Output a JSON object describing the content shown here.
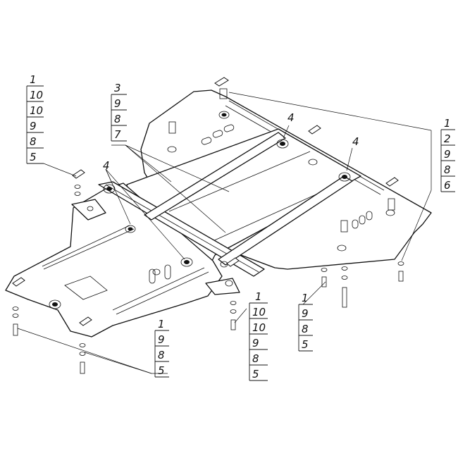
{
  "callouts": [
    {
      "id": "c1",
      "numbers": [
        "1",
        "10",
        "10",
        "9",
        "8",
        "5"
      ]
    },
    {
      "id": "c2",
      "numbers": [
        "3",
        "9",
        "8",
        "7"
      ]
    },
    {
      "id": "c3",
      "numbers": [
        "1",
        "2",
        "9",
        "8",
        "6"
      ]
    },
    {
      "id": "c4",
      "numbers": [
        "1",
        "10",
        "10",
        "9",
        "8",
        "5"
      ]
    },
    {
      "id": "c5",
      "numbers": [
        "1",
        "9",
        "8",
        "5"
      ]
    },
    {
      "id": "c6",
      "numbers": [
        "1",
        "9",
        "8",
        "5"
      ]
    }
  ],
  "part_labels": {
    "four_a": "4",
    "four_b": "4",
    "four_c": "4"
  }
}
